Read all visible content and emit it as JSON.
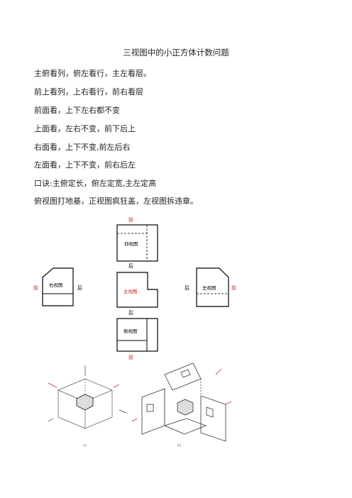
{
  "document": {
    "title": "三视图中的小正方体计数问题",
    "lines": [
      "主俯看列，俯左看行，主左看层。",
      "前上看列，上右看行，前右看层",
      "前面看，上下左右都不变",
      "上面看，左右不变，前下后上",
      "右面看，上下不变,前左后右",
      "左面看，上下不变，前右后左",
      "口诀:主俯定长，俯左定宽,主左定高",
      "俯视图打地基，正视图疯狂盖，左视图拆违章。"
    ]
  },
  "diagram": {
    "top_view_label": "俯视图",
    "front_view_label": "主视图",
    "left_view_label": "左视图",
    "right_view_label": "右视图",
    "bottom_view_label": "仰视图",
    "label_front": "前",
    "label_back": "后",
    "caption_a": "a)",
    "caption_b": "b)",
    "accent_color": "#cc2222"
  }
}
